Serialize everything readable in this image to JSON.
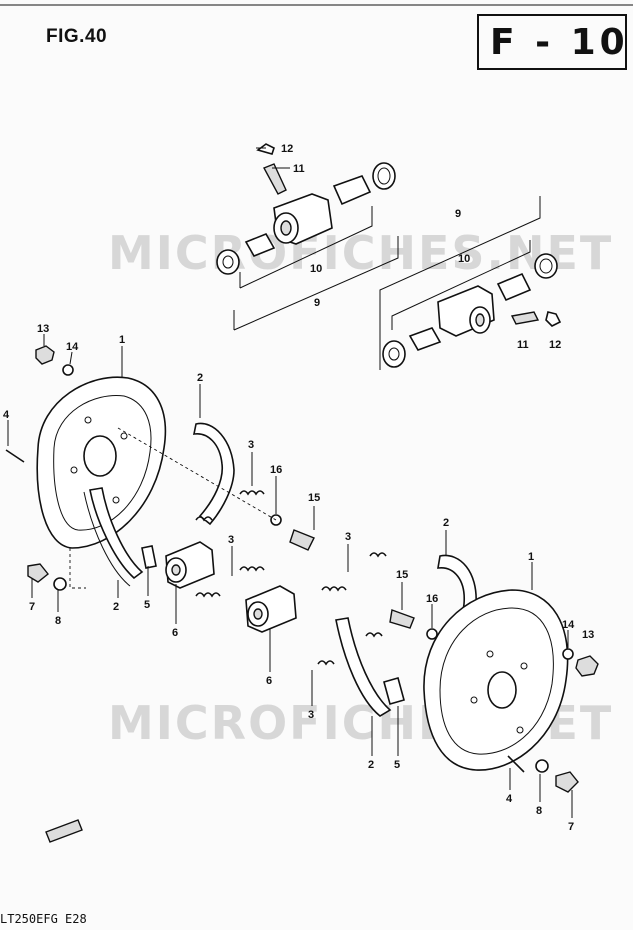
{
  "figure_label": "FIG.40",
  "section_code": "F - 10",
  "model_code": "LT250EFG E28",
  "watermark": "MICROFICHES.NET",
  "callouts": {
    "c12a": "12",
    "c11a": "11",
    "c10a": "10",
    "c9a": "9",
    "c9b": "9",
    "c10b": "10",
    "c11b": "11",
    "c12b": "12",
    "c13a": "13",
    "c14a": "14",
    "c1a": "1",
    "c2a": "2",
    "c3a": "3",
    "c16a": "16",
    "c4a": "4",
    "c15a": "15",
    "c3b": "3",
    "c2b": "2",
    "c3c": "3",
    "c7a": "7",
    "c8a": "8",
    "c2c": "2",
    "c5a": "5",
    "c6a": "6",
    "c3d": "3",
    "c15b": "15",
    "c16b": "16",
    "c1b": "1",
    "c14b": "14",
    "c13b": "13",
    "c6b": "6",
    "c3e": "3",
    "c2d": "2",
    "c5b": "5",
    "c4b": "4",
    "c8b": "8",
    "c7b": "7"
  }
}
